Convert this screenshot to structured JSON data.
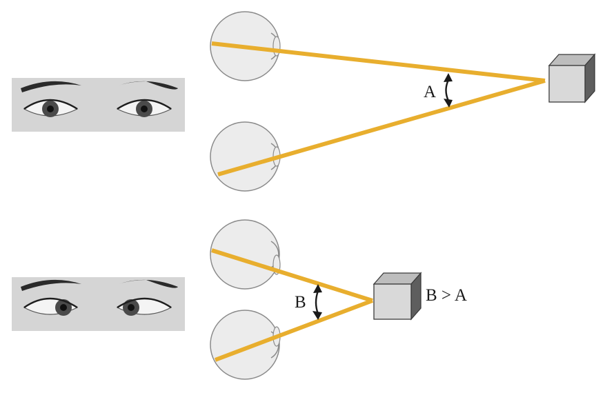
{
  "diagram": {
    "labels": {
      "angle_far": "A",
      "angle_near": "B",
      "comparison": "B > A"
    },
    "colors": {
      "ray": "#e8ae2e",
      "arrow": "#1a1a1a"
    },
    "icons": {
      "face_far": "eyes-looking-straight-photo",
      "face_near": "eyes-converged-photo",
      "object": "cube-icon"
    }
  }
}
